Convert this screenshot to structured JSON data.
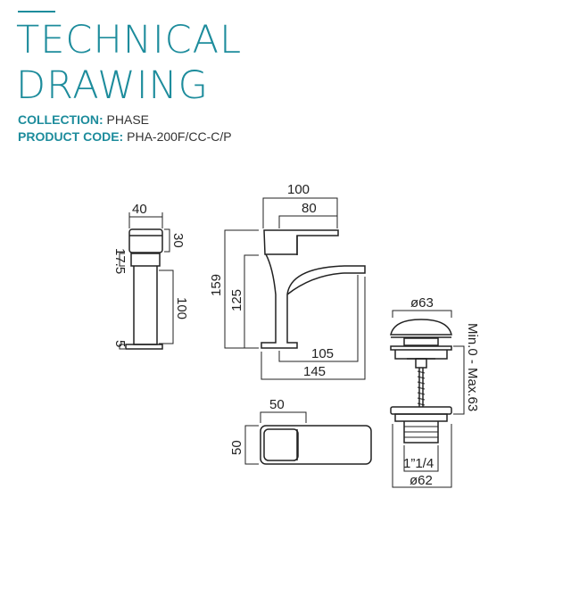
{
  "header": {
    "title_line1": "TECHNICAL",
    "title_line2": "DRAWING",
    "collection_label": "COLLECTION:",
    "collection_value": "PHASE",
    "code_label": "PRODUCT CODE:",
    "code_value": "PHA-200F/CC-C/P"
  },
  "side_view": {
    "width": "40",
    "head": "30",
    "gap": "17.5",
    "body": "100",
    "base": "5"
  },
  "front_view": {
    "outer_top": "100",
    "inner_top": "80",
    "total_height": "159",
    "inner_height": "125",
    "reach": "105",
    "depth": "145"
  },
  "plan_view": {
    "width": "50",
    "depth": "50"
  },
  "waste": {
    "cap_dia": "ø63",
    "range": "Min.0 - Max.63",
    "thread": "1”1/4",
    "base_dia": "ø62"
  },
  "colors": {
    "accent": "#1d8c9c",
    "line": "#222222"
  }
}
